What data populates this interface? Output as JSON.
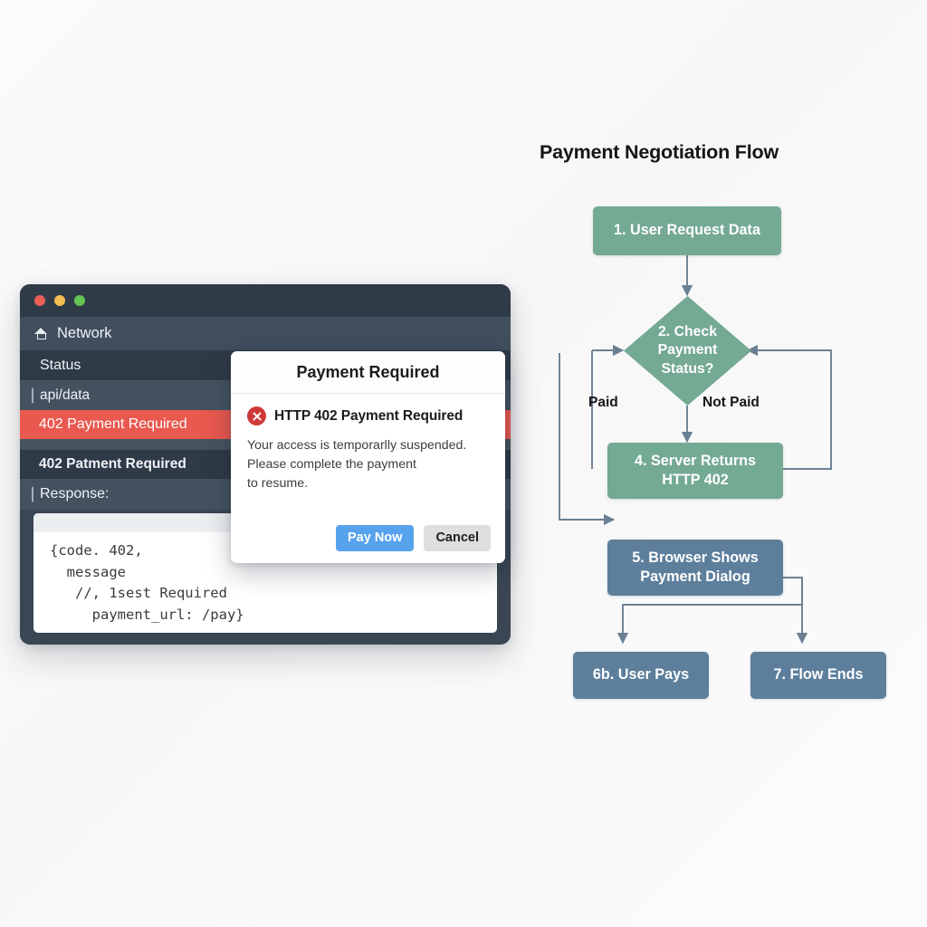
{
  "browser": {
    "traffic_lights": [
      "close",
      "minimize",
      "maximize"
    ],
    "nav_label": "Network",
    "rows": {
      "status_header": "Status",
      "endpoint": "api/data",
      "error_status": "402 Payment Required",
      "secondary_status": "402 Patment Required",
      "response_label": "Response:"
    },
    "code": "{code. 402,\n  message\n   //, 1sest Required\n     payment_url: /pay}"
  },
  "dialog": {
    "title": "Payment Required",
    "error_heading": "HTTP 402 Payment Required",
    "message": "Your access is temporarlly suspended.\nPlease complete the payment\nto resume.",
    "pay_button": "Pay Now",
    "cancel_button": "Cancel"
  },
  "flowchart": {
    "title": "Payment Negotiation Flow",
    "nodes": {
      "n1": "1. User Request Data",
      "n2": "2. Check\nPayment\nStatus?",
      "n4": "4. Server Returns\nHTTP 402",
      "n5": "5. Browser Shows\nPayment Dialog",
      "n6b": "6b. User Pays",
      "n7": "7. Flow Ends"
    },
    "branch_labels": {
      "paid": "Paid",
      "not_paid": "Not Paid"
    }
  },
  "colors": {
    "green_node": "#74a994",
    "blue_node": "#5d7f9c",
    "error_red": "#e9594f",
    "primary_button": "#57a2ec",
    "connector": "#6b7f92"
  },
  "chart_data": {
    "type": "diagram",
    "title": "Payment Negotiation Flow",
    "nodes": [
      {
        "id": "1",
        "label": "1. User Request Data",
        "shape": "rect",
        "color": "#74a994"
      },
      {
        "id": "2",
        "label": "2. Check Payment Status?",
        "shape": "diamond",
        "color": "#74a994"
      },
      {
        "id": "4",
        "label": "4. Server Returns HTTP 402",
        "shape": "rect",
        "color": "#74a994"
      },
      {
        "id": "5",
        "label": "5. Browser Shows Payment Dialog",
        "shape": "rect",
        "color": "#5d7f9c"
      },
      {
        "id": "6b",
        "label": "6b. User Pays",
        "shape": "rect",
        "color": "#5d7f9c"
      },
      {
        "id": "7",
        "label": "7. Flow Ends",
        "shape": "rect",
        "color": "#5d7f9c"
      }
    ],
    "edges": [
      {
        "from": "1",
        "to": "2",
        "label": ""
      },
      {
        "from": "2",
        "to": "4",
        "label": "Not Paid"
      },
      {
        "from": "2",
        "to": "5",
        "label": "Paid"
      },
      {
        "from": "4",
        "to": "2",
        "label": ""
      },
      {
        "from": "5",
        "to": "6b",
        "label": ""
      },
      {
        "from": "5",
        "to": "7",
        "label": ""
      }
    ]
  }
}
